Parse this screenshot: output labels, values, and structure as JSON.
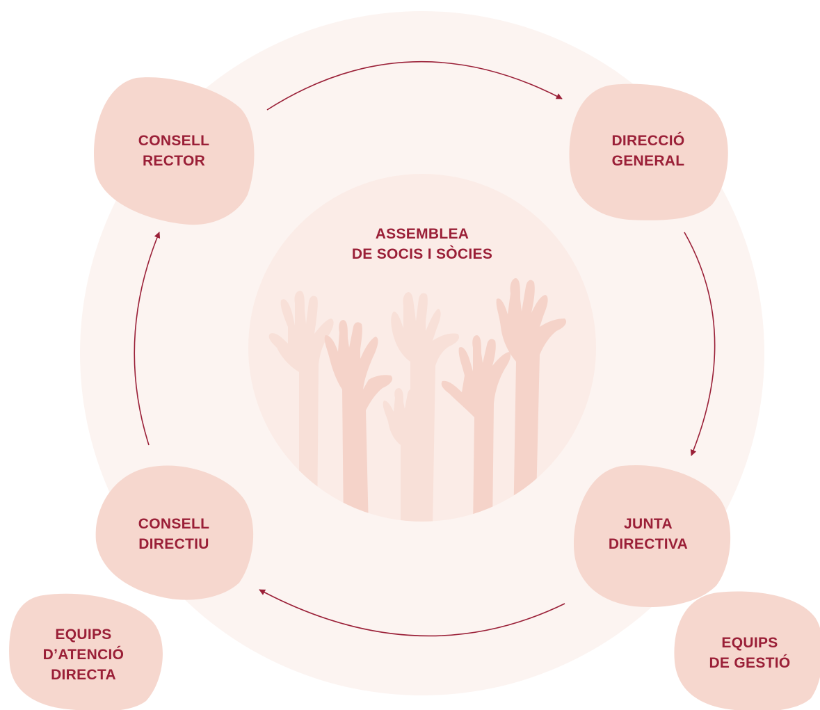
{
  "colors": {
    "accent": "#9a1f37",
    "blob": "#f6d7ce",
    "outer_ring": "#fcf4f1",
    "inner_circle": "#fbece7",
    "hand_light": "#f8e0d8",
    "hand_mid": "#f5d3c9",
    "background": "#ffffff"
  },
  "center": {
    "title_line1": "ASSEMBLEA",
    "title_line2": "DE SOCIS I SÒCIES",
    "image": "raised-hands-illustration"
  },
  "nodes": {
    "consell_rector": {
      "line1": "CONSELL",
      "line2": "RECTOR"
    },
    "direccio_general": {
      "line1": "DIRECCIÓ",
      "line2": "GENERAL"
    },
    "junta_directiva": {
      "line1": "JUNTA",
      "line2": "DIRECTIVA"
    },
    "consell_directiu": {
      "line1": "CONSELL",
      "line2": "DIRECTIU"
    },
    "equips_atencio": {
      "line1": "EQUIPS",
      "line2": "D’ATENCIÓ",
      "line3": "DIRECTA"
    },
    "equips_gestio": {
      "line1": "EQUIPS",
      "line2": "DE GESTIÓ"
    }
  },
  "flow": [
    {
      "from": "CONSELL RECTOR",
      "to": "DIRECCIÓ GENERAL"
    },
    {
      "from": "DIRECCIÓ GENERAL",
      "to": "JUNTA DIRECTIVA"
    },
    {
      "from": "JUNTA DIRECTIVA",
      "to": "CONSELL DIRECTIU"
    },
    {
      "from": "CONSELL DIRECTIU",
      "to": "CONSELL RECTOR"
    }
  ]
}
